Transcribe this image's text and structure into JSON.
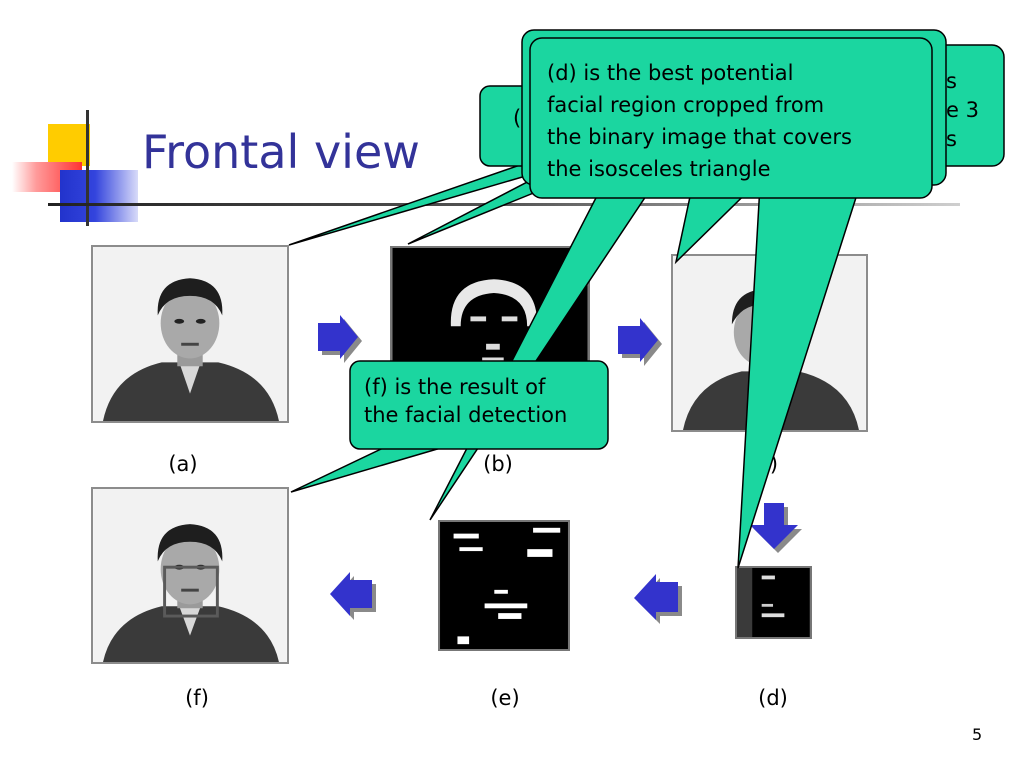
{
  "slide": {
    "title": "Frontal view",
    "page_number": "5",
    "colors": {
      "title": "#333399",
      "callout_fill": "#1bd6a0",
      "arrow": "#3333cc",
      "deco_yellow": "#ffcc00"
    }
  },
  "panels": {
    "a": {
      "label": "(a)"
    },
    "b": {
      "label": "(b)"
    },
    "c": {
      "label": ")"
    },
    "d": {
      "label": "(d)"
    },
    "e": {
      "label": "(e)"
    },
    "f": {
      "label": "(f)"
    }
  },
  "callouts": {
    "d_text": [
      "(d) is the best potential",
      "facial region cropped from",
      "the binary image that covers",
      "the isosceles triangle"
    ],
    "f_text": [
      "(f) is the result of",
      "the facial detection"
    ],
    "hidden_right_fragments": [
      "s",
      "e 3",
      "s"
    ],
    "hidden_left_fragment": "("
  },
  "arrows": [
    "arrow-right",
    "arrow-right",
    "arrow-down",
    "arrow-left",
    "arrow-left"
  ]
}
